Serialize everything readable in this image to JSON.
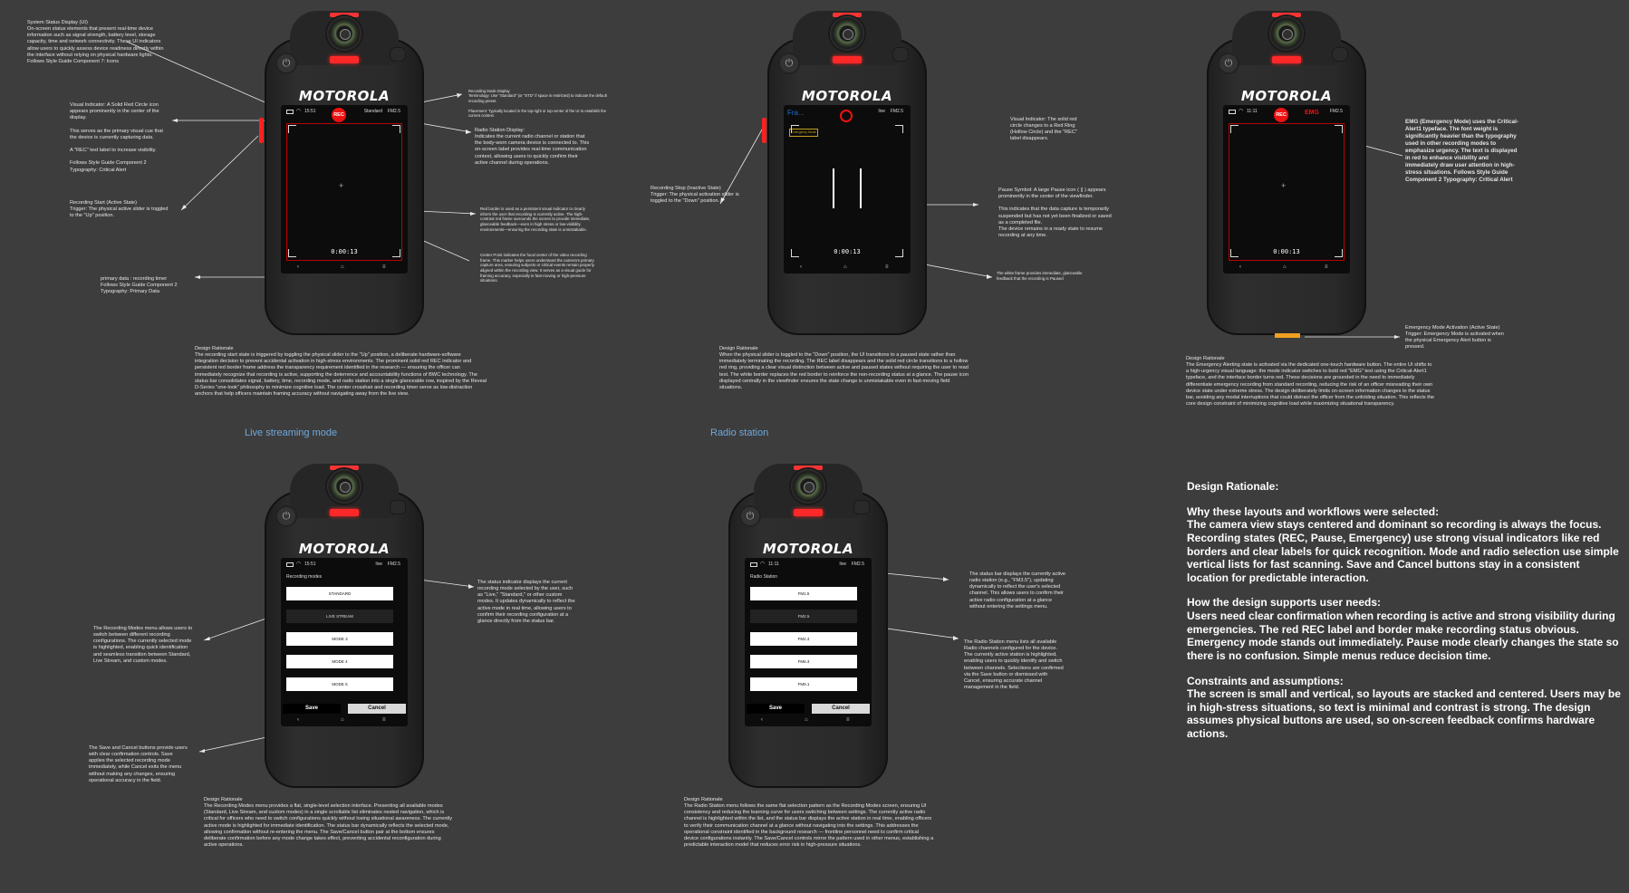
{
  "device": {
    "brand": "MOTOROLA",
    "time": "11:11",
    "time_alt": "15:51",
    "channel": "FM2.5",
    "mode_standard": "Standard",
    "mode_live": "live",
    "timer": "0:00:13",
    "rec_label": "REC",
    "emg_label": "EMG",
    "frag_text": "Fra...",
    "emergency_chip": "Emergency Mode",
    "nav_back": "‹",
    "nav_home": "⌂",
    "nav_menu": "≡",
    "power_icon": "⏻"
  },
  "recording_modes": {
    "title": "Recording modes",
    "items": [
      "STANDARD",
      "LIVE STREAM",
      "MODE 3",
      "MODE 4",
      "MODE 5"
    ],
    "save": "Save",
    "cancel": "Cancel"
  },
  "radio_station": {
    "title": "Radio Station",
    "items": [
      "FM1.5",
      "FM2.5",
      "FM2.3",
      "FM6.3",
      "FM9.1"
    ],
    "save": "Save",
    "cancel": "Cancel"
  },
  "section_titles": {
    "live": "Live streaming mode",
    "radio": "Radio station"
  },
  "annotations": {
    "system_status": "System Status Display (UI)\nOn-screen status elements that present real-time device\ninformation such as signal strength, battery level, storage\ncapacity, time and network connectivity. These UI indicators\nallow users to quickly assess device readiness directly within\nthe interface without relying on physical hardware lights.\nFollows Style Guide Component 7: Icons",
    "visual_indicator": "Visual Indicator: A Solid Red Circle icon\nappears prominently in the center of the\ndisplay.\n\nThis serves as the primary visual cue that\nthe device is currently capturing data.\n\nA \"REC\" text label to increase visibility.\n\nFollows Style Guide Component 2\nTypography: Critical Alert",
    "rec_start": "Recording Start (Active State)\nTrigger: The physical active slider is toggled\nto the \"Up\" position.",
    "primary_data": "primary data : recording timer\nFollows Style Guide Component 2\nTypography: Primary Data",
    "recording_mode_display": "Recording Mode Display\nTerminology: Use \"Standard\" (or \"STD\" if space is restricted) to indicate the default\nrecording preset.\n\nPlacement: Typically located in the top-right or top-center of the UI to establish the\ncurrent context.",
    "radio_station_display": "Radio Station Display:\nIndicates the current radio channel or station that\nthe body-worn camera device is connected to. This\non-screen label provides real-time communication\ncontext, allowing users to quickly confirm their\nactive channel during operations.",
    "red_border": "Red border is used as a persistent visual indicator to clearly\ninform the user that recording is currently active. The high-\ncontrast red frame surrounds the screen to provide immediate,\nglanceable feedback—even in high stress or low-visibility\nenvironments—ensuring the recording state is unmistakable.",
    "center_point": "Center Point indicates the focal center of the video recording\nframe. This marker helps users understand the camera's primary\ncapture area, ensuring subjects or critical events remain properly\naligned within the recording view. It serves as a visual guide for\nframing accuracy, especially in fast-moving or high-pressure\nsituations.",
    "design_rationale_1": "Design Rationale\nThe recording start state is triggered by toggling the physical slider to the \"Up\" position, a deliberate hardware-software\nintegration decision to prevent accidental activation in high-stress environments. The prominent solid red REC indicator and\npersistent red border frame address the transparency requirement identified in the research — ensuring the officer can\nimmediately recognize that recording is active, supporting the deterrence and accountability functions of BWC technology. The\nstatus bar consolidates signal, battery, time, recording mode, and radio station into a single glanceable row, inspired by the Reveal\nD-Series \"one-look\" philosophy to minimize cognitive load. The center crosshair and recording timer serve as low-distraction\nanchors that help officers maintain framing accuracy without navigating away from the live view.",
    "rec_stop": "Recording Stop (Inactive State)\nTrigger: The physical activation slider is\ntoggled to the \"Down\" position.",
    "visual_indicator_2": "Visual Indicator: The solid red\ncircle changes to a Red Ring\n(Hollow Circle) and the \"REC\"\nlabel disappears.",
    "pause_symbol": "Pause Symbol: A large Pause icon ( || ) appears\nprominently in the center of the viewfinder.\n\nThis indicates that the data capture is temporarily\nsuspended but has not yet been finalized or saved\nas a completed file.\nThe device remains in a ready state to resume\nrecording at any time.",
    "white_frame": "The white frame provides immediate, glanceable\nfeedback that the recording is Paused",
    "design_rationale_2": "Design Rationale\nWhen the physical slider is toggled to the \"Down\" position, the UI transitions to a paused state rather than\nimmediately terminating the recording. The REC label disappears and the solid red circle transitions to a hollow\nred ring, providing a clear visual distinction between active and paused states without requiring the user to read\ntext. The white border replaces the red border to reinforce the non-recording status at a glance. The pause icon\ndisplayed centrally in the viewfinder ensures the state change is unmistakable even in fast-moving field\nsituations.",
    "emg_mode": "EMG (Emergency Mode) uses the Critical-\nAlert1 typeface. The font weight is\nsignificantly heavier than the typography\nused in other recording modes to\nemphasize urgency. The text is displayed\nin red to enhance visibility and\nimmediately draw user attention in high-\nstress situations. Follows Style Guide\nComponent 2 Typography: Critical Alert",
    "emg_activation": "Emergency Mode Activation (Active State)\nTrigger: Emergency Mode is activated when\nthe physical Emergency Alert button is\npressed.",
    "design_rationale_3": "Design Rationale\nThe Emergency Alerting state is activated via the dedicated one-touch hardware button. The entire UI shifts to\na high-urgency visual language: the mode indicator switches to bold red \"EMG\" text using the Critical-Alert1\ntypeface, and the interface border turns red. These decisions are grounded in the need to immediately\ndifferentiate emergency recording from standard recording, reducing the risk of an officer misreading their own\ndevice state under extreme stress. The design deliberately limits on-screen information changes to the status\nbar, avoiding any modal interruptions that could distract the officer from the unfolding situation. This reflects the\ncore design constraint of minimizing cognitive load while maximizing situational transparency.",
    "modes_menu": "The Recording Modes menu allows users to\nswitch between different recording\nconfigurations. The currently selected mode\nis highlighted, enabling quick identification\nand seamless transition between Standard,\nLive Stream, and custom modes.",
    "status_indicator": "The status indicator displays the current\nrecording mode selected by the user, such\nas \"Live,\" \"Standard,\" or other custom\nmodes. It updates dynamically to reflect the\nactive mode in real time, allowing users to\nconfirm their recording configuration at a\nglance directly from the status bar.",
    "save_cancel": "The Save and Cancel buttons provide users\nwith clear confirmation controls. Save\napplies the selected recording mode\nimmediately, while Cancel exits the menu\nwithout making any changes, ensuring\noperational accuracy in the field.",
    "design_rationale_4": "Design Rationale\nThe Recording Modes menu provides a flat, single-level selection interface. Presenting all available modes\n(Standard, Live Stream, and custom modes) in a single scrollable list eliminates nested navigation, which is\ncritical for officers who need to switch configurations quickly without losing situational awareness. The currently\nactive mode is highlighted for immediate identification. The status bar dynamically reflects the selected mode,\nallowing confirmation without re-entering the menu. The Save/Cancel button pair at the bottom ensures\ndeliberate confirmation before any mode change takes effect, preventing accidental reconfiguration during\nactive operations.",
    "radio_status": "The status bar displays the currently active\nradio station (e.g., \"FM3.5\"), updating\ndynamically to reflect the user's selected\nchannel. This allows users to confirm their\nactive radio configuration at a glance\nwithout entering the settings menu.",
    "radio_menu": "The Radio Station menu lists all available\nRadio channels configured for the device.\nThe currently active station is highlighted,\nenabling users to quickly identify and switch\nbetween channels. Selections are confirmed\nvia the Save button or dismissed with\nCancel, ensuring accurate channel\nmanagement in the field.",
    "design_rationale_5": "Design Rationale\nThe Radio Station menu follows the same flat selection pattern as the Recording Modes screen, ensuring UI\nconsistency and reducing the learning curve for users switching between settings. The currently active radio\nchannel is highlighted within the list, and the status bar displays the active station in real time, enabling officers\nto verify their communication channel at a glance without navigating into the settings. This addresses the\noperational constraint identified in the background research — frontline personnel need to confirm critical\ndevice configurations instantly. The Save/Cancel controls mirror the pattern used in other menus, establishing a\npredictable interaction model that reduces error risk in high-pressure situations."
  },
  "rationale_main": {
    "title": "Design Rationale:",
    "q1": "Why these layouts and workflows were selected:",
    "a1": " The camera view stays centered and dominant so recording is always the focus. Recording states (REC, Pause, Emergency) use strong visual indicators like red borders and clear labels for quick recognition. Mode and radio selection use simple vertical lists for fast scanning. Save and Cancel buttons stay in a consistent location for predictable interaction.",
    "q2": "How the design supports user needs:",
    "a2": " Users need clear confirmation when recording is active and strong visibility during emergencies. The red REC label and border make recording status obvious. Emergency mode stands out immediately. Pause mode clearly changes the state so there is no confusion. Simple menus reduce decision time.",
    "q3": "Constraints and assumptions:",
    "a3": " The screen is small and vertical, so layouts are stacked and centered. Users may be in high-stress situations, so text is minimal and contrast is strong. The design assumes physical buttons are used, so on-screen feedback confirms hardware actions."
  },
  "colors": {
    "background": "#3d3d3d",
    "accent_red": "#ee1111",
    "section_blue": "#6fa8dc"
  }
}
